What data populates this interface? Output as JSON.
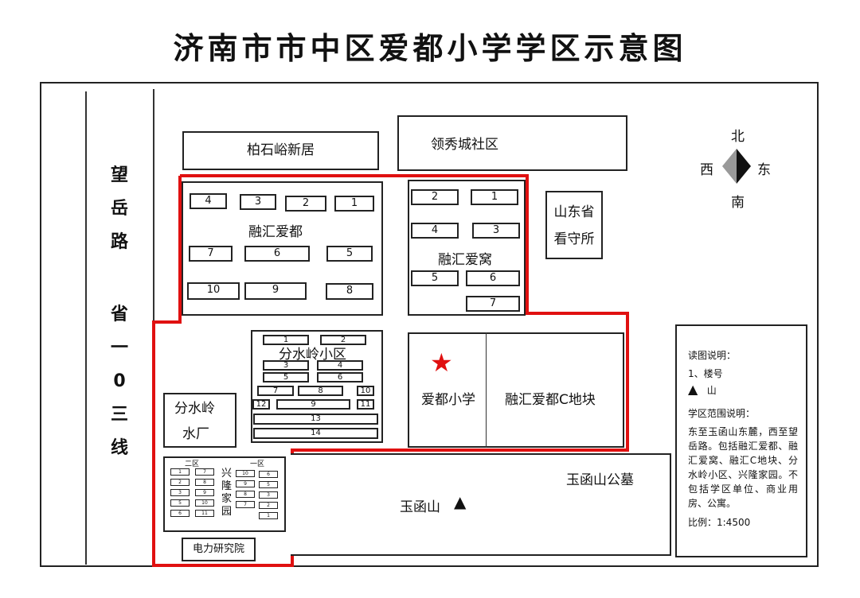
{
  "title": "济南市市中区爱都小学学区示意图",
  "roads": {
    "west1": "望岳路",
    "west2": "省一0三线"
  },
  "compass": {
    "north": "北",
    "south": "南",
    "east": "东",
    "west": "西"
  },
  "areas": {
    "baishiyu": "柏石峪新居",
    "lingxiu": "领秀城社区",
    "ronghui_aidu": {
      "label": "融汇爱都",
      "buildings": [
        "4",
        "3",
        "2",
        "1",
        "7",
        "6",
        "5",
        "10",
        "9",
        "8"
      ]
    },
    "ronghui_aiwo": {
      "label": "融汇爱窝",
      "buildings": [
        "2",
        "1",
        "4",
        "3",
        "5",
        "6",
        "7"
      ]
    },
    "detention": {
      "line1": "山东省",
      "line2": "看守所"
    },
    "fenshuiling": {
      "label": "分水岭小区",
      "buildings": [
        "1",
        "2",
        "3",
        "4",
        "5",
        "6",
        "7",
        "8",
        "10",
        "12",
        "9",
        "11",
        "13",
        "14"
      ]
    },
    "school": "爱都小学",
    "c_block": "融汇爱都C地块",
    "waterworks": {
      "line1": "分水岭",
      "line2": "水厂"
    },
    "xinglong": {
      "label": "兴隆家园",
      "zone2": "二区",
      "zone1": "一区",
      "zone2_buildings": [
        "1",
        "2",
        "3",
        "5",
        "6",
        "7",
        "8",
        "9",
        "10",
        "11"
      ],
      "zone1_buildings": [
        "10",
        "9",
        "8",
        "7",
        "6",
        "5",
        "3",
        "2",
        "1"
      ]
    },
    "power": "电力研究院",
    "cemetery": "玉函山公墓",
    "mountain": "玉函山"
  },
  "legend": {
    "heading": "读图说明：",
    "item1": "1、楼号",
    "item2": "山",
    "scope_heading": "学区范围说明：",
    "scope_text": "东至玉函山东麓，西至望岳路。包括融汇爱都、融汇爱窝、融汇C地块、分水岭小区、兴隆家园。不包括学区单位、商业用房、公寓。",
    "scale": "比例：1:4500"
  },
  "colors": {
    "boundary": "#e01010",
    "star": "#e01010"
  }
}
